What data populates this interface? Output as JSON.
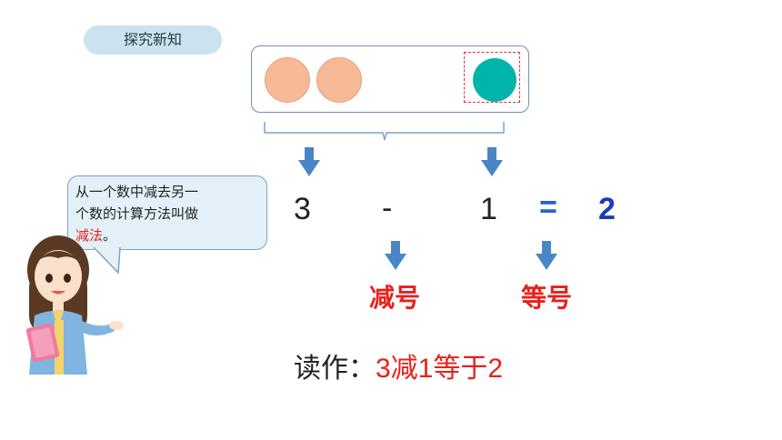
{
  "tag": "探究新知",
  "bubble": {
    "line1": "从一个数中减去另一",
    "line2": "个数的计算方法叫做",
    "highlight": "减法",
    "end": "。"
  },
  "equation": {
    "minuend": "3",
    "operator": "-",
    "subtrahend": "1",
    "equals": "=",
    "result": "2"
  },
  "labels": {
    "minus_sign": "减号",
    "equals_sign": "等号"
  },
  "reading": {
    "prefix": "读作：",
    "value": "3减1等于2"
  },
  "colors": {
    "accent_red": "#e8201a",
    "result_blue": "#1c3bb6",
    "equals_blue": "#2a5fcf",
    "arrow_blue": "#4a86c6"
  }
}
